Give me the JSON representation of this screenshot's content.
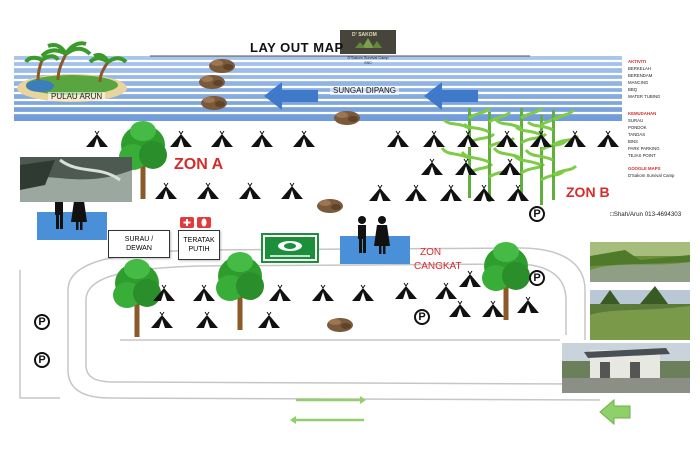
{
  "map": {
    "title": "LAY OUT MAP",
    "island_label": "PULAU ARUN",
    "river_label": "SUNGAI DIPANG",
    "zone_a": "ZON A",
    "zone_b": "ZON B",
    "zone_cangkat_line1": "ZON",
    "zone_cangkat_line2": "CANGKAT",
    "surau_line1": "SURAU /",
    "surau_line2": "DEWAN",
    "teratak_line1": "TERATAK",
    "teratak_line2": "PUTIH",
    "parking_symbol": "P",
    "contact": "□Shah/Arun 013-4694303",
    "logo_caption_line1": "D'Sakom Survival Camp",
    "logo_caption_line2": "SSC",
    "logo_text": "D' SAKOM",
    "legend": {
      "aktiviti_header": "AKTIVITI",
      "aktiviti": [
        "BERKELAH",
        "BERENDAM",
        "MANCING",
        "BBQ",
        "WATER TUBING"
      ],
      "kemudahan_header": "KEMUDAHAN",
      "kemudahan": [
        "SURAU",
        "PONDOK",
        "TANDAS",
        "BINS",
        "PARK PARKING",
        "TEJAS POINT"
      ],
      "google_header": "GOOGLE MAPS",
      "google": [
        "D'Sakom Survival Camp"
      ]
    }
  }
}
